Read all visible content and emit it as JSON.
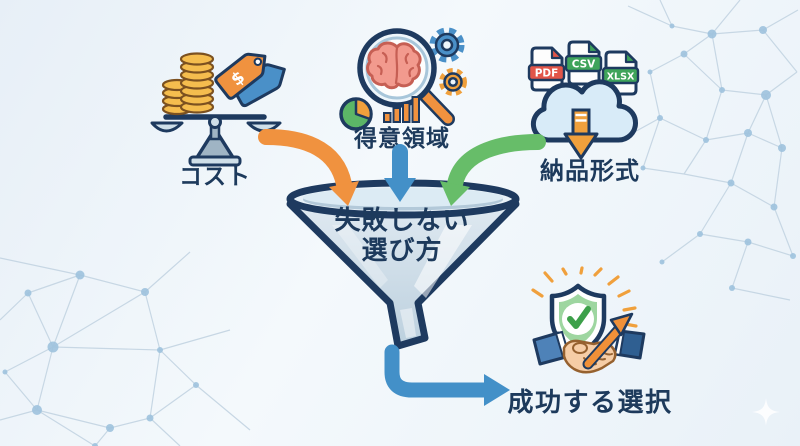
{
  "figure": {
    "type": "funnel-infographic",
    "inputs": [
      {
        "id": "cost",
        "label": "コスト",
        "icon": "balance-scale-coins-price-tag-icon"
      },
      {
        "id": "expertise",
        "label": "得意領域",
        "icon": "magnifier-brain-gears-charts-icon"
      },
      {
        "id": "delivery",
        "label": "納品形式",
        "icon": "cloud-download-files-icon"
      }
    ],
    "delivery_file_types": [
      "PDF",
      "CSV",
      "XLSX"
    ],
    "price_tag_symbol": "$",
    "funnel": {
      "label_line1": "失敗しない",
      "label_line2": "選び方",
      "icon": "funnel-icon"
    },
    "output": {
      "label": "成功する選択",
      "icon": "shield-check-handshake-icon"
    }
  },
  "colors": {
    "background": "#eef4f9",
    "outline_navy": "#1e3a5f",
    "text_navy": "#1d3a5c",
    "arrow_orange": "#f09038",
    "arrow_blue": "#4390c8",
    "arrow_green": "#67bd69",
    "coin_gold": "#f5bd4e",
    "pdf_red": "#e25549",
    "csv_xlsx_green": "#3fa45b",
    "funnel_fill": "#cfdfeb",
    "mesh_line": "#c3d4e2"
  }
}
